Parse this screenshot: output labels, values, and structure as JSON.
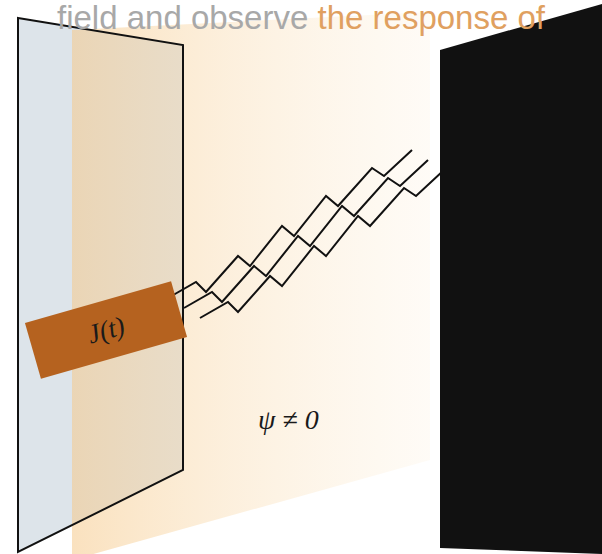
{
  "diagram": {
    "nodes": [
      {
        "text": [
          "J(t)"
        ]
      }
    ],
    "labels": [
      "field and observe",
      "the response of",
      "ψ ≠ 0"
    ]
  }
}
